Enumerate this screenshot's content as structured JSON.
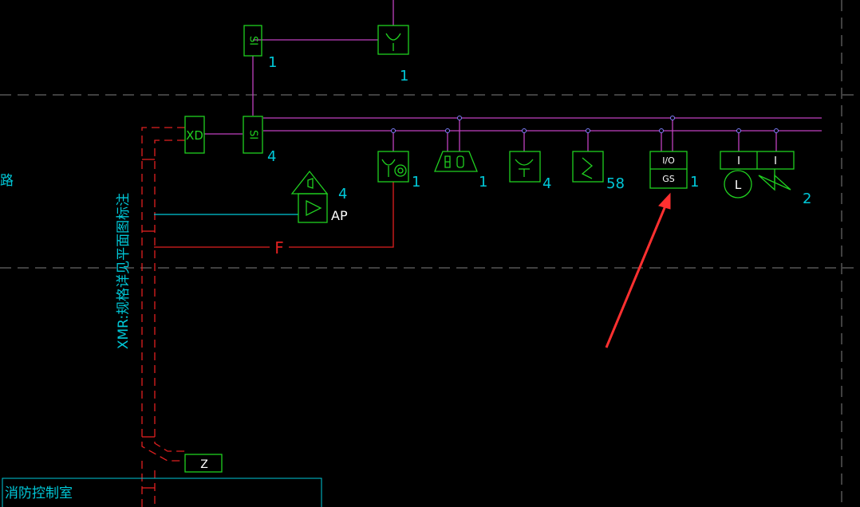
{
  "colors": {
    "background": "#000000",
    "bus_magenta": "#c040c0",
    "symbol_green": "#20d020",
    "label_cyan": "#00c8d8",
    "fire_red": "#e02020",
    "arrow_red": "#ff3030",
    "grid_dashed": "#808080"
  },
  "diagram": {
    "module_si_top": "SI",
    "module_si_top_count": "1",
    "smoke_top_count": "1",
    "module_xd": "XD",
    "module_si_bus": "SI",
    "module_si_bus_count": "4",
    "alarm_count": "4",
    "ap_label": "AP",
    "fire_line_label": "F",
    "combo_detector_count": "1",
    "manual_station_count": "1",
    "heat_detector_count": "4",
    "smoke_detector_count": "58",
    "io_module_io": "I/O",
    "io_module_gs": "GS",
    "io_module_count": "1",
    "valve_left_label": "I",
    "valve_right_label": "I",
    "valve_l_label": "L",
    "valve_count": "2",
    "cable_note": "XMR:规格详见平面图标注",
    "bottom_module": "Z",
    "control_room": "消防控制室",
    "left_edge_text": "路"
  }
}
